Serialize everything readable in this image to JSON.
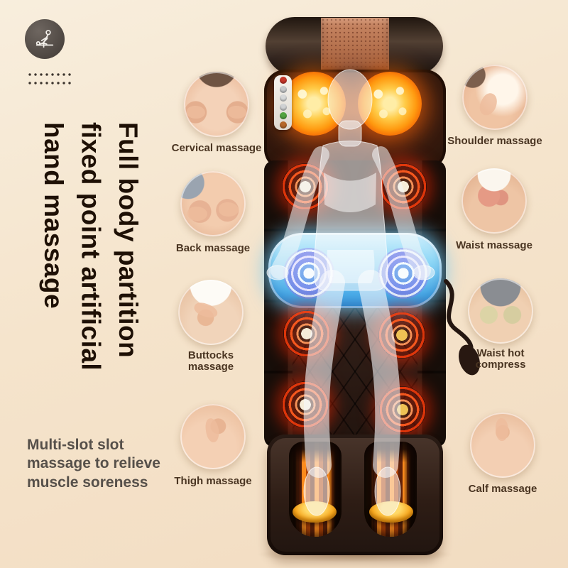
{
  "palette": {
    "background_top": "#f8eedd",
    "background_bottom": "#f2dcc1",
    "headline_color": "#1e1005",
    "label_color": "#4a3522",
    "subtext_color": "#56504a",
    "mat_brown": "#2f1d14",
    "pillow_band_copper": "#b5714d",
    "neck_glow_orange": "#ff9a10",
    "vibration_ring_red": "#ff3c0a",
    "waist_pad_blue": "#4aabe8",
    "waist_ring_purple": "#9678eb",
    "foot_disc_gold": "#f9a91e"
  },
  "badge": {
    "icon": "massage-scene-icon"
  },
  "headline": {
    "lines": [
      "Full body partition",
      "fixed point artificial",
      "hand massage"
    ]
  },
  "subtext": {
    "lines": [
      "Multi-slot slot",
      "massage to relieve",
      "muscle soreness"
    ]
  },
  "callouts": {
    "left": [
      {
        "id": "cervical",
        "lines": [
          "Cervical massage"
        ]
      },
      {
        "id": "back",
        "lines": [
          "Back massage"
        ]
      },
      {
        "id": "buttocks",
        "lines": [
          "Buttocks",
          "massage"
        ]
      },
      {
        "id": "thigh",
        "lines": [
          "Thigh massage"
        ]
      }
    ],
    "right": [
      {
        "id": "shoulder",
        "lines": [
          "Shoulder massage"
        ]
      },
      {
        "id": "waist",
        "lines": [
          "Waist massage"
        ]
      },
      {
        "id": "waist_hot",
        "lines": [
          "Waist hot",
          "compress"
        ]
      },
      {
        "id": "calf",
        "lines": [
          "Calf massage"
        ]
      }
    ]
  },
  "product": {
    "control_panel_buttons": [
      {
        "color": "#c8372b",
        "symbol": "power"
      },
      {
        "color": "#c6c9cb",
        "symbol": "mode"
      },
      {
        "color": "#d6d8d9",
        "symbol": "intensity"
      },
      {
        "color": "#cfd1d3",
        "symbol": "wave"
      },
      {
        "color": "#53a33f",
        "symbol": "heat"
      },
      {
        "color": "#b5672a",
        "symbol": "timer"
      }
    ]
  }
}
